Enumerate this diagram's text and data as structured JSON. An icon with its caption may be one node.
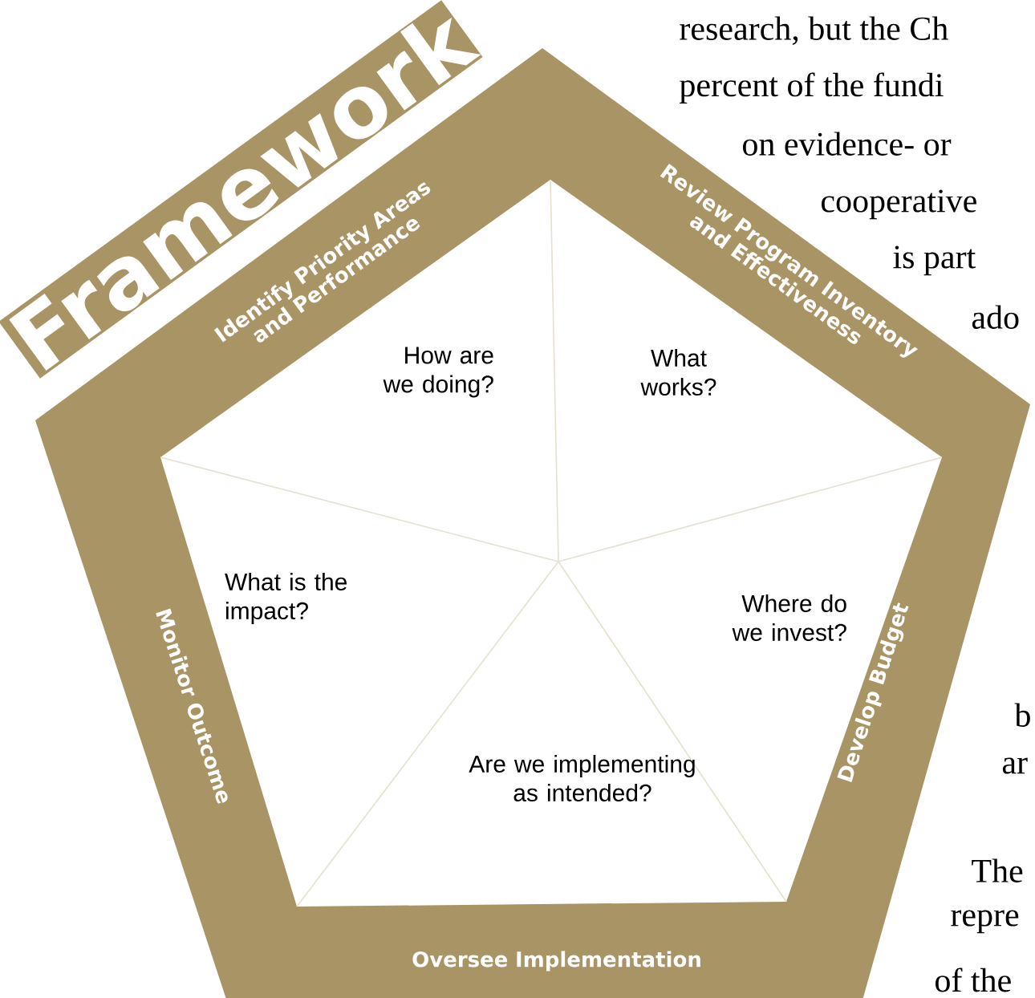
{
  "diagram": {
    "title": "Framework",
    "nodes": [
      {
        "text": [
          "How are we doing?"
        ]
      },
      {
        "text": [
          "What works?"
        ]
      },
      {
        "text": [
          "What is the impact?"
        ]
      },
      {
        "text": [
          "Where do we invest?"
        ]
      },
      {
        "text": [
          "Are we implementing as intended?"
        ]
      }
    ],
    "labels": [
      "research, but the Ch",
      "percent of the fundi",
      "on evidence- or",
      "cooperative",
      "is part",
      "ado",
      "Identify Priority Areas and Performance",
      "Review Program Inventory and Effectiveness",
      "Monitor Outcome",
      "Develop Budget",
      "b",
      "ar",
      "The",
      "Oversee Implementation",
      "repre",
      "of the"
    ]
  }
}
